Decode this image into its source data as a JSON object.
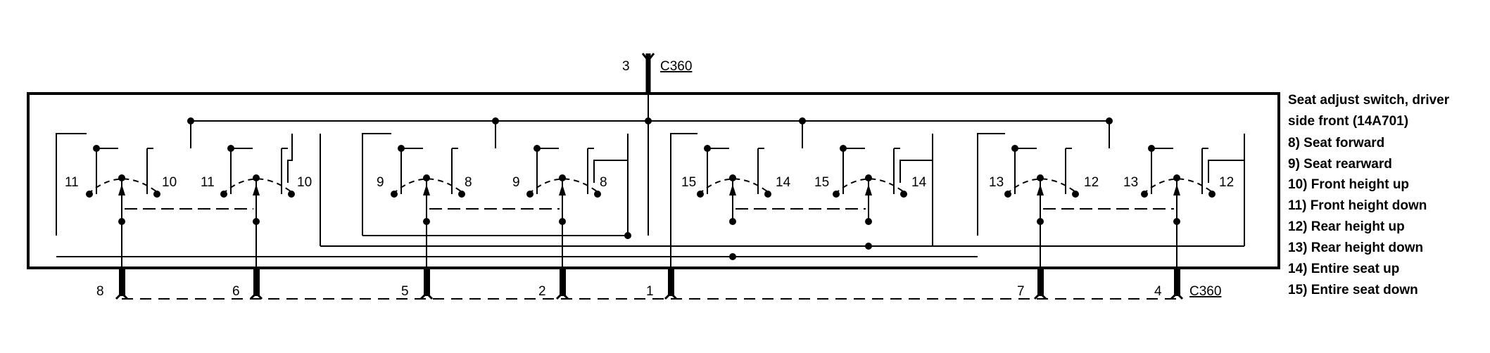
{
  "connector_top": {
    "name": "C360",
    "pin": "3"
  },
  "connector_bottom": {
    "name": "C360",
    "pins": [
      "8",
      "6",
      "5",
      "2",
      "1",
      "7",
      "4"
    ]
  },
  "switch_groups": [
    {
      "left": "11",
      "right": "10"
    },
    {
      "left": "9",
      "right": "8"
    },
    {
      "left": "15",
      "right": "14"
    },
    {
      "left": "13",
      "right": "12"
    }
  ],
  "legend": {
    "title_line1": "Seat adjust switch, driver",
    "title_line2": "side front (14A701)",
    "items": [
      "8)   Seat forward",
      "9)   Seat rearward",
      "10) Front height up",
      "11) Front height down",
      "12) Rear height up",
      "13) Rear height down",
      "14) Entire seat up",
      "15) Entire seat down"
    ]
  },
  "colors": {
    "line": "#000000",
    "background": "#ffffff"
  }
}
